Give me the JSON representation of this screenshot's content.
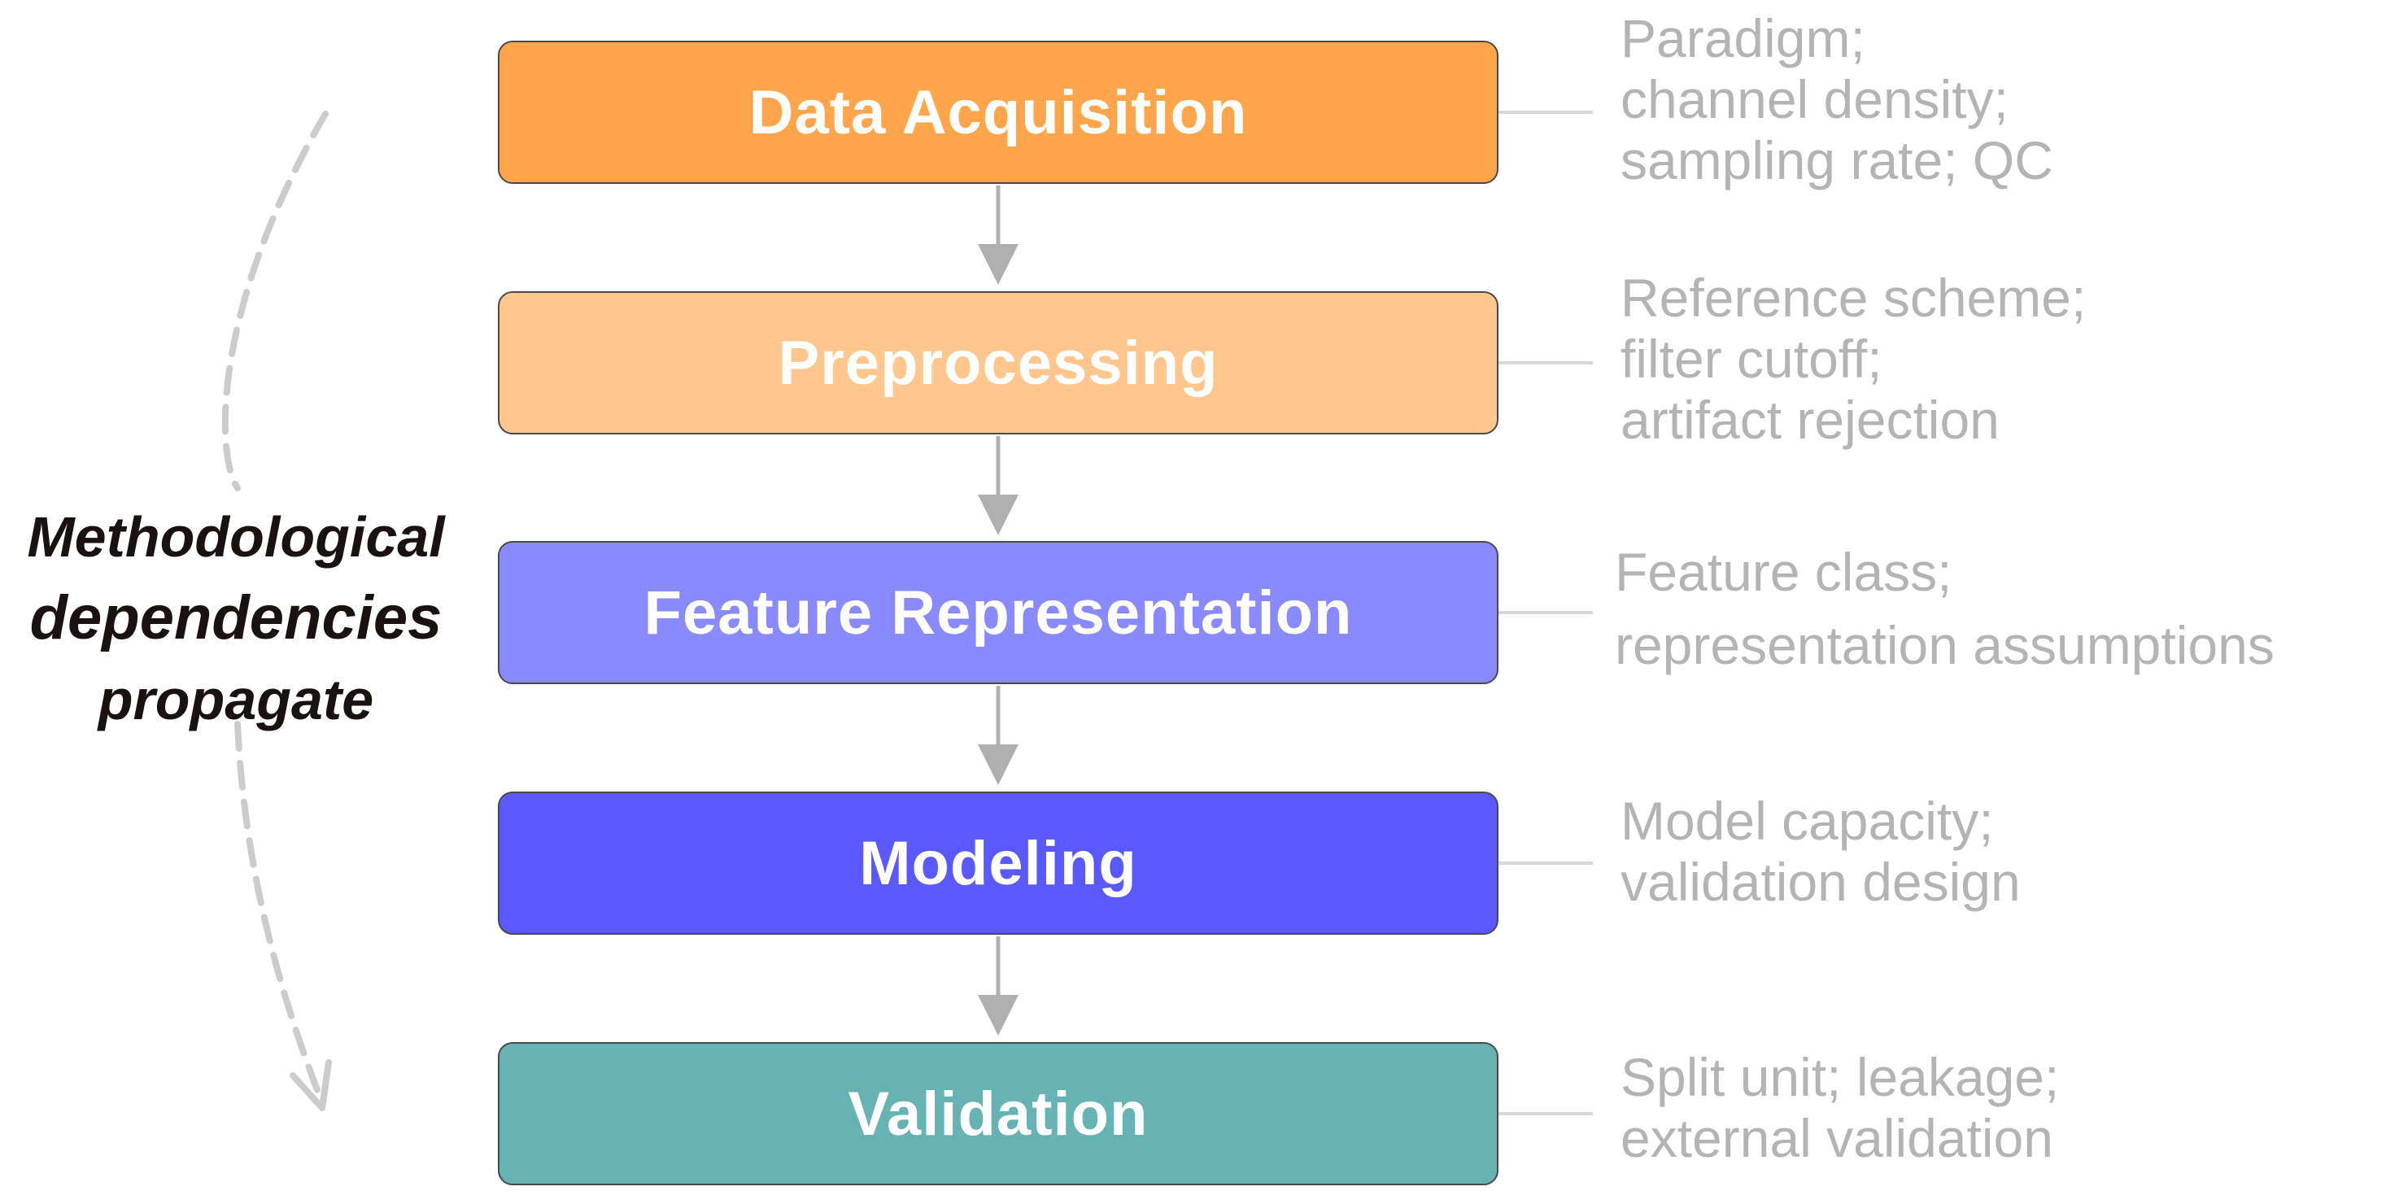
{
  "diagram": {
    "stages": [
      {
        "label": "Data Acquisition",
        "color": "#ffa64d",
        "notes": [
          "Paradigm;",
          "channel density;",
          "sampling rate; QC"
        ]
      },
      {
        "label": "Preprocessing",
        "color": "#ffc68d",
        "notes": [
          "Reference scheme;",
          "filter cutoff;",
          "artifact rejection"
        ]
      },
      {
        "label": "Feature Representation",
        "color": "#8a8aff",
        "notes": [
          "Feature class;",
          "representation assumptions"
        ]
      },
      {
        "label": "Modeling",
        "color": "#5959ff",
        "notes": [
          "Model capacity;",
          "validation design"
        ]
      },
      {
        "label": "Validation",
        "color": "#67b2b2",
        "notes": [
          "Split unit; leakage;",
          "external validation"
        ]
      }
    ],
    "side_label": [
      "Methodological",
      "dependencies",
      "propagate"
    ],
    "connector_color": "#b0b0b0",
    "note_color": "#b4b4b4",
    "dashed_arrow_color": "#cccccc"
  }
}
